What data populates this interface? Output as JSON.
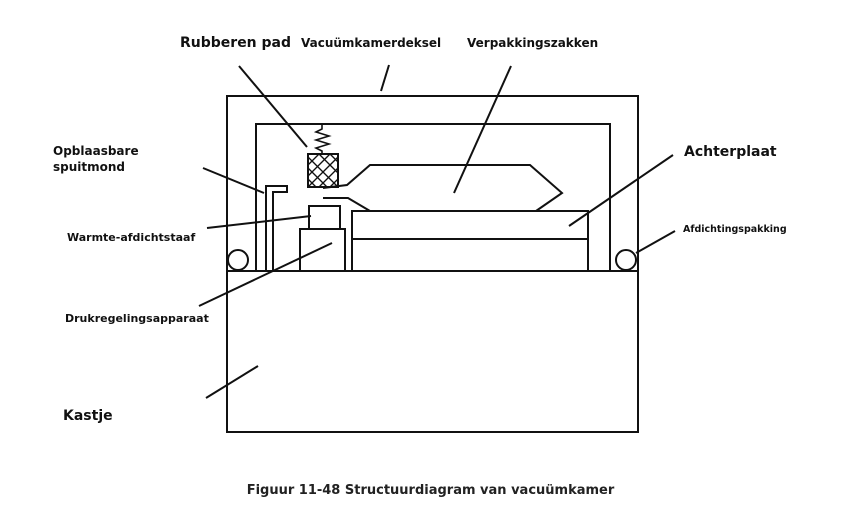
{
  "diagram": {
    "labels": {
      "rubber_pad": "Rubberen pad",
      "chamber_lid": "Vacuümkamerdeksel",
      "packaging_bags": "Verpakkingszakken",
      "inflatable_nozzle_1": "Opblaasbare",
      "inflatable_nozzle_2": "spuitmond",
      "back_plate": "Achterplaat",
      "heat_seal_bar": "Warmte-afdichtstaaf",
      "sealing_gasket": "Afdichtingspakking",
      "pressure_regulator": "Drukregelingsapparaat",
      "cabinet": "Kastje"
    },
    "caption": "Figuur 11-48 Structuurdiagram van vacuümkamer"
  }
}
